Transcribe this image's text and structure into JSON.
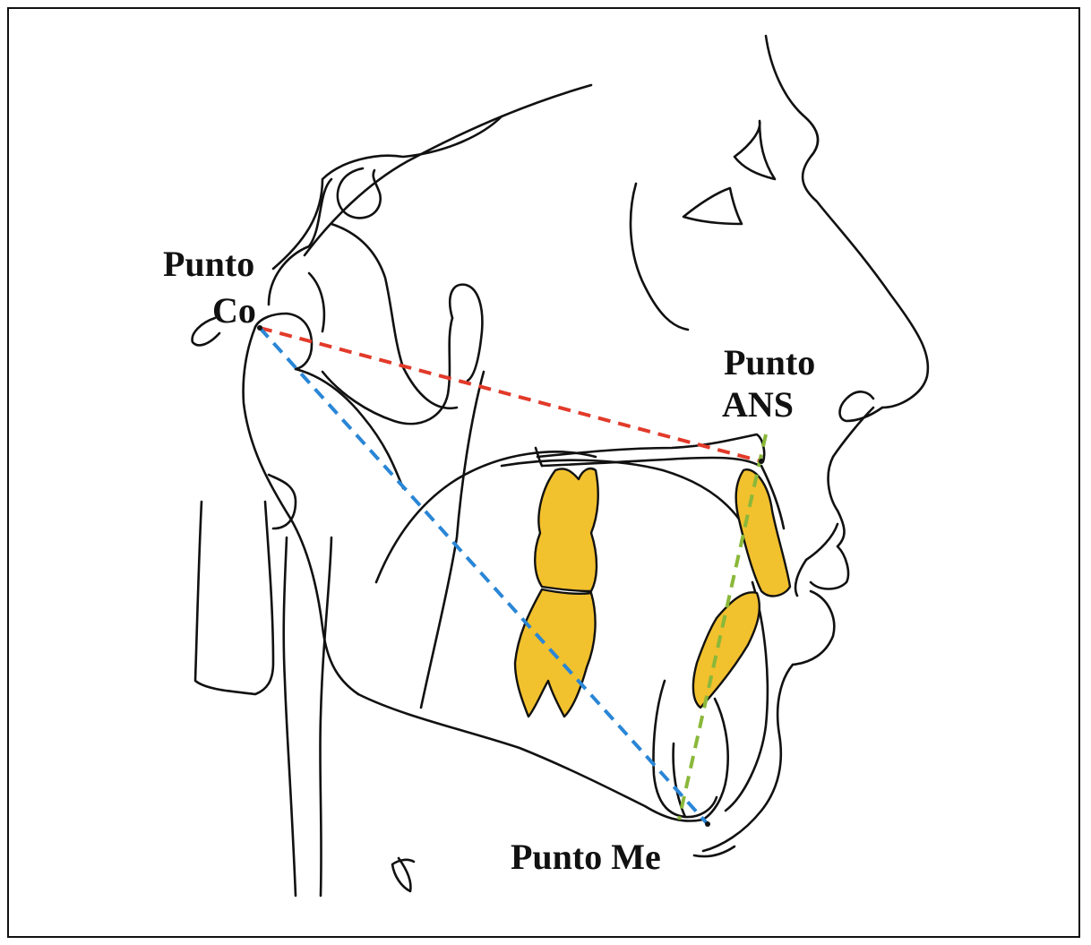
{
  "labels": {
    "co_line1": "Punto",
    "co_line2": "Co",
    "ans_line1": "Punto",
    "ans_line2": "ANS",
    "me": "Punto Me"
  },
  "colors": {
    "co_ans_line": "#e23a2a",
    "co_me_line": "#2a86d6",
    "ans_me_line": "#8ab83a",
    "teeth": "#f2c12e",
    "outline": "#111111",
    "background": "#ffffff"
  }
}
